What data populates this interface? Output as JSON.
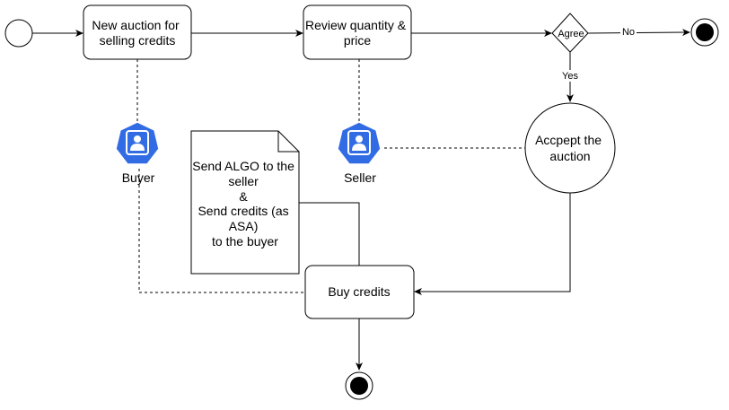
{
  "diagram": {
    "nodes": {
      "new_auction": {
        "label": [
          "New auction for",
          "selling credits"
        ]
      },
      "review": {
        "label": [
          "Review quantity &",
          "price"
        ]
      },
      "agree": {
        "label": "Agree"
      },
      "accept": {
        "label": [
          "Accpept the",
          "auction"
        ]
      },
      "buy": {
        "label": "Buy credits"
      },
      "note": {
        "label": [
          "Send ALGO to the",
          "seller",
          "&",
          "Send credits (as",
          "ASA)",
          "to the buyer"
        ]
      }
    },
    "actors": {
      "buyer": {
        "label": "Buyer",
        "icon": "user-badge-icon"
      },
      "seller": {
        "label": "Seller",
        "icon": "user-badge-icon"
      }
    },
    "edge_labels": {
      "no": "No",
      "yes": "Yes"
    },
    "colors": {
      "actor": "#326CE5",
      "stroke": "#000000",
      "end_fill": "#000000"
    }
  }
}
